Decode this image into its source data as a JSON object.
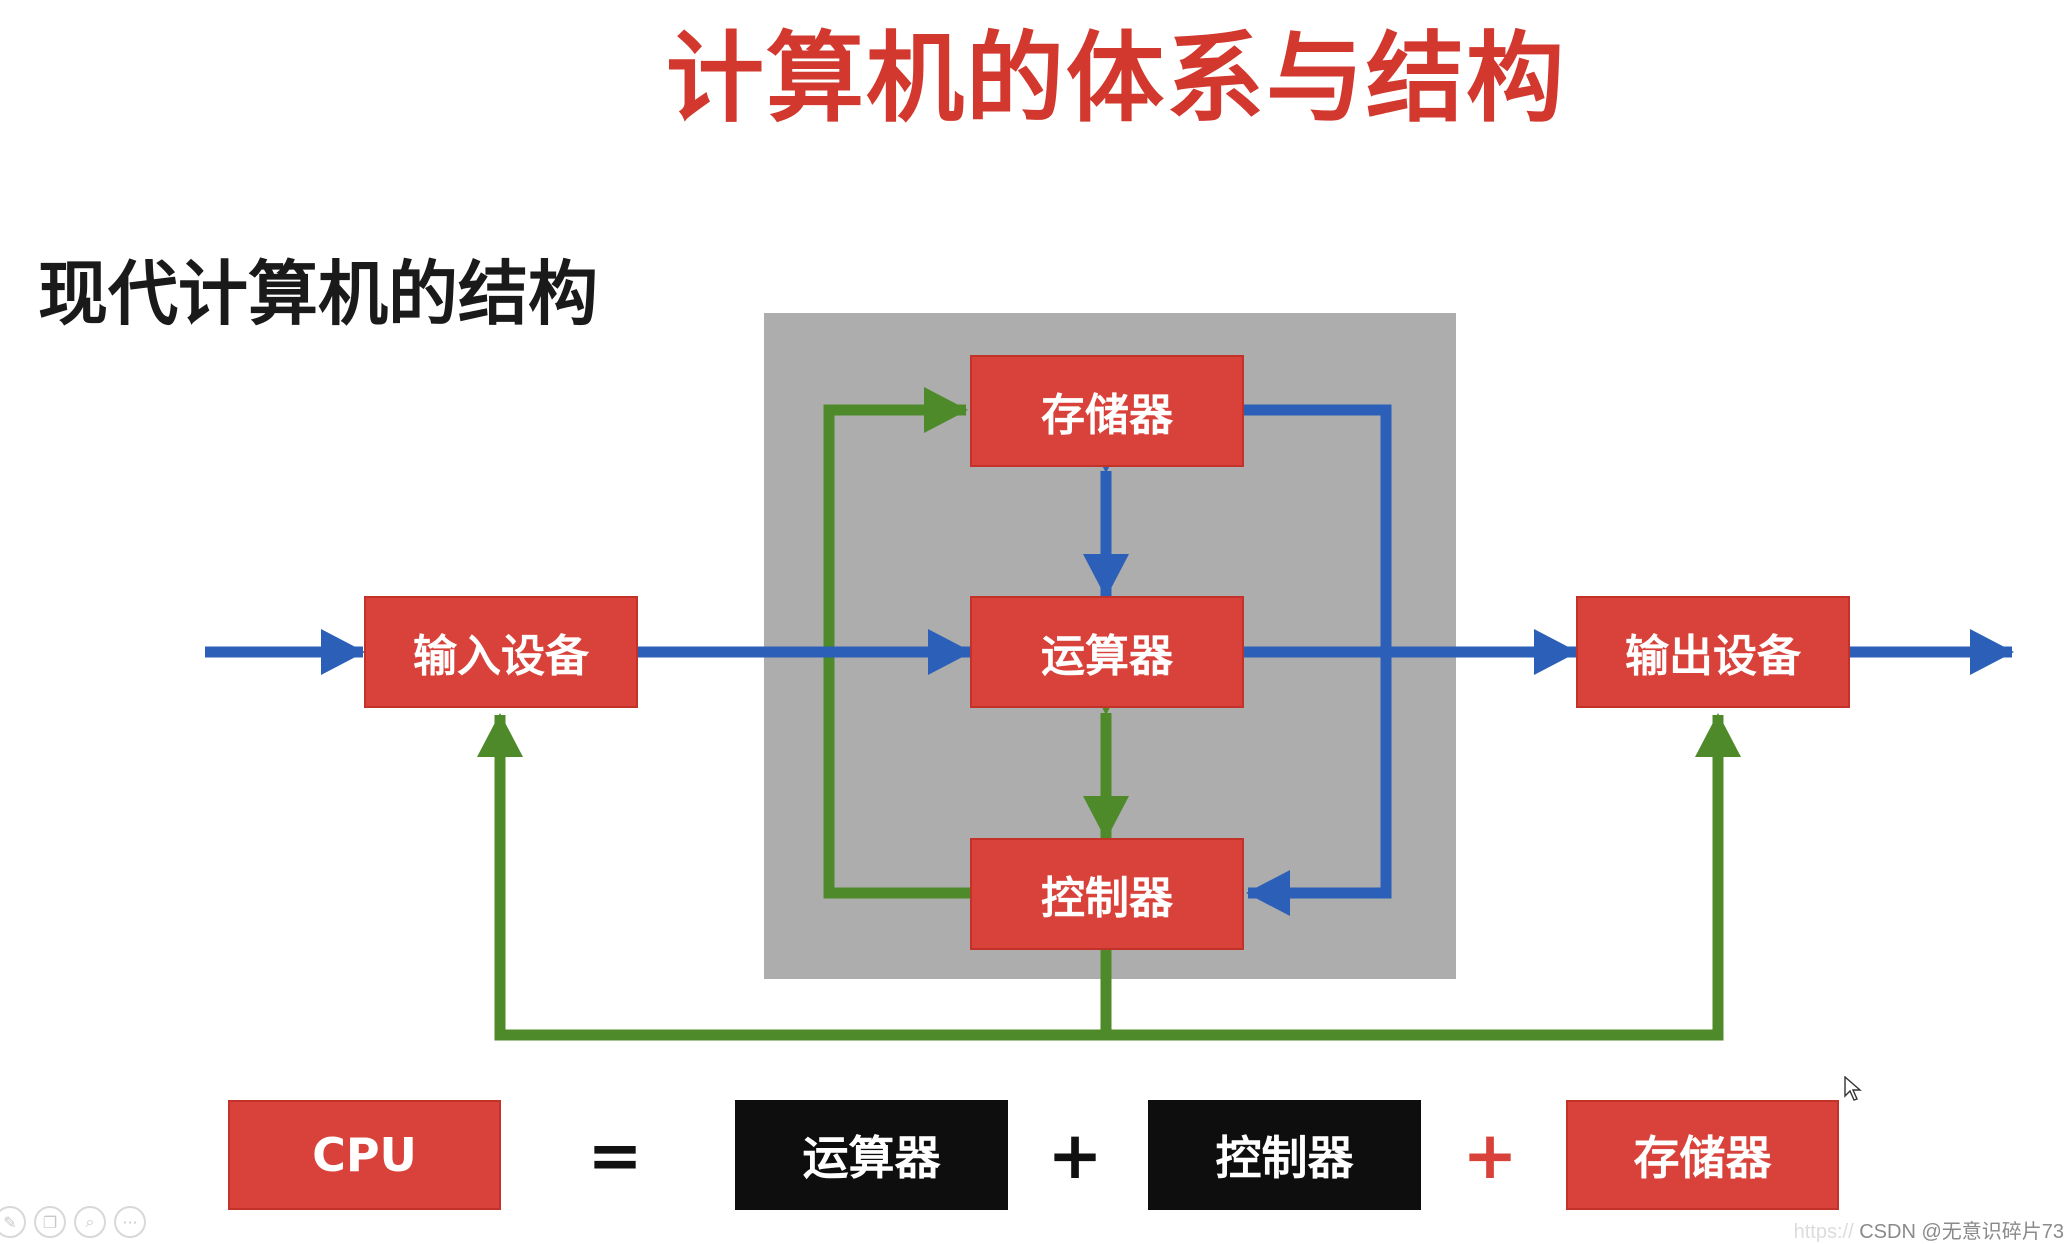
{
  "title": "计算机的体系与结构",
  "subtitle": "现代计算机的结构",
  "nodes": {
    "memory": "存储器",
    "alu": "运算器",
    "control": "控制器",
    "input": "输入设备",
    "output": "输出设备"
  },
  "equation": {
    "cpu": "CPU",
    "equals": "=",
    "term1": "运算器",
    "plus1": "+",
    "term2": "控制器",
    "plus2": "+",
    "term3": "存储器"
  },
  "colors": {
    "title": "#d2382e",
    "box_red": "#d8423a",
    "box_black": "#0e0e0e",
    "data_flow": "#2b5fb8",
    "control_flow": "#4f8a2a",
    "cpu_area": "#adadad"
  },
  "toolbar": {
    "icons": [
      "pen-icon",
      "copy-icon",
      "zoom-icon",
      "more-icon"
    ]
  },
  "watermark": {
    "faint": "https://",
    "text": "CSDN @无意识碎片73"
  }
}
